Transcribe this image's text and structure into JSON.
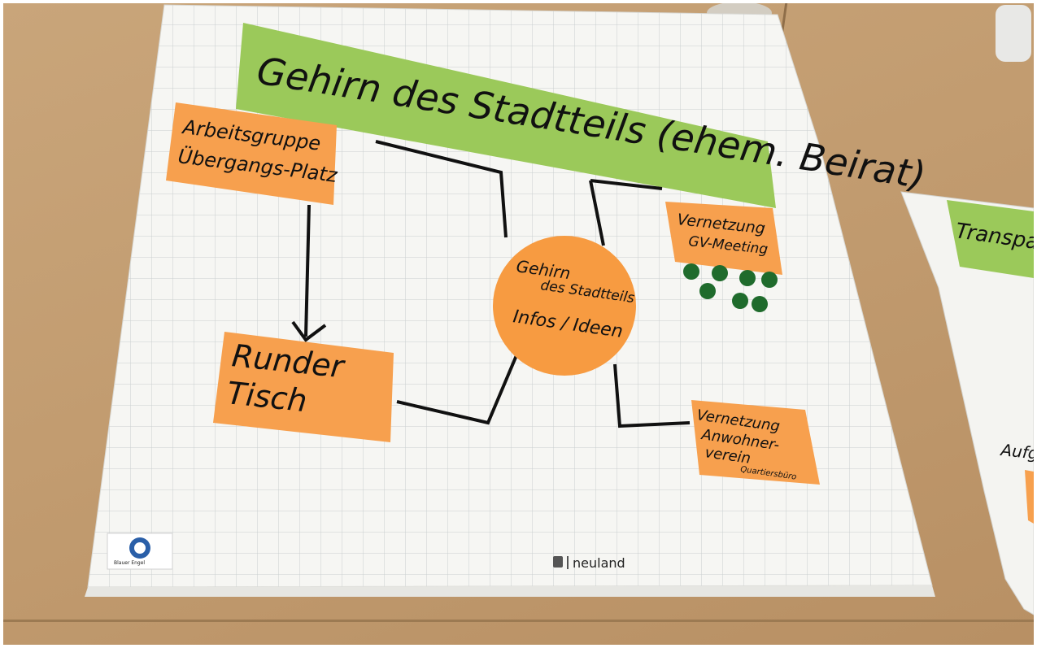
{
  "flipchart": {
    "title": "Gehirn des Stadtteils (ehem. Beirat)",
    "notes": {
      "working_group": [
        "Arbeitsgruppe",
        "Übergangs-Platz"
      ],
      "round_table": [
        "Runder",
        "Tisch"
      ],
      "network_gv": [
        "Vernetzung",
        "GV-Meeting"
      ],
      "network_residents": [
        "Vernetzung",
        "Anwohner-",
        "verein"
      ],
      "network_residents_small": "Quartiersbüro"
    },
    "center_circle": [
      "Gehirn",
      "des Stadtteils",
      "Infos / Ideen"
    ],
    "brand": "neuland",
    "eco_label": "Blauer Engel"
  },
  "second_flipchart": {
    "title_fragment": "Transparenz",
    "side_text": "Aufgab"
  },
  "colors": {
    "note_orange": "#f7a04e",
    "title_green": "#9bc95a",
    "dot_green": "#1f6b2c",
    "wood": "#c49d72",
    "paper": "#f6f6f3"
  }
}
